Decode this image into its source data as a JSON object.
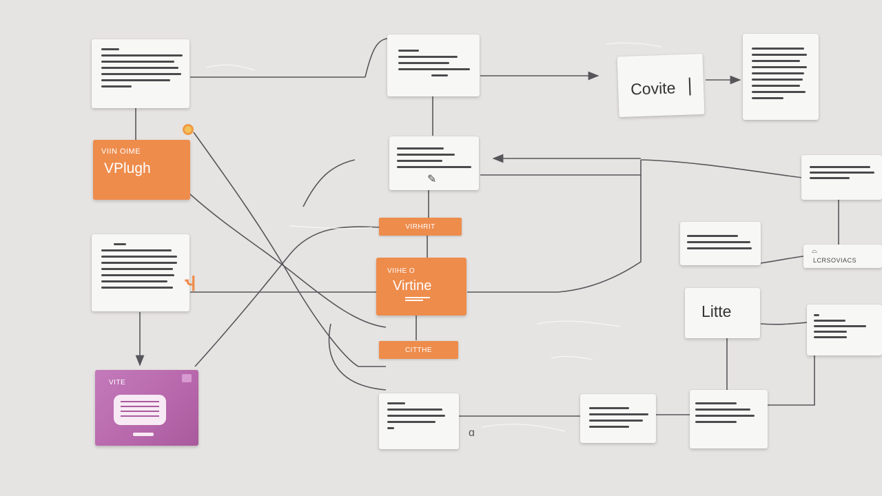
{
  "colors": {
    "background": "#e6e4e2",
    "card": "#f7f7f5",
    "accent_orange": "#ee8c4c",
    "accent_purple": "#b767ab",
    "connector": "#55555a"
  },
  "nodes": {
    "vplugin": {
      "subtitle": "VIIN OIME",
      "title": "VPlugh"
    },
    "virhrit_tag": {
      "label": "VIRHRIT"
    },
    "virtine": {
      "subtitle": "VIIHE O",
      "title": "Virtine"
    },
    "citthe_tag": {
      "label": "CITTHE"
    },
    "vite": {
      "label": "VITE"
    },
    "covite": {
      "label": "Covite"
    },
    "litte": {
      "label": "Litte"
    },
    "lcrsoviacs": {
      "label": "LCRSOVIACS"
    }
  }
}
